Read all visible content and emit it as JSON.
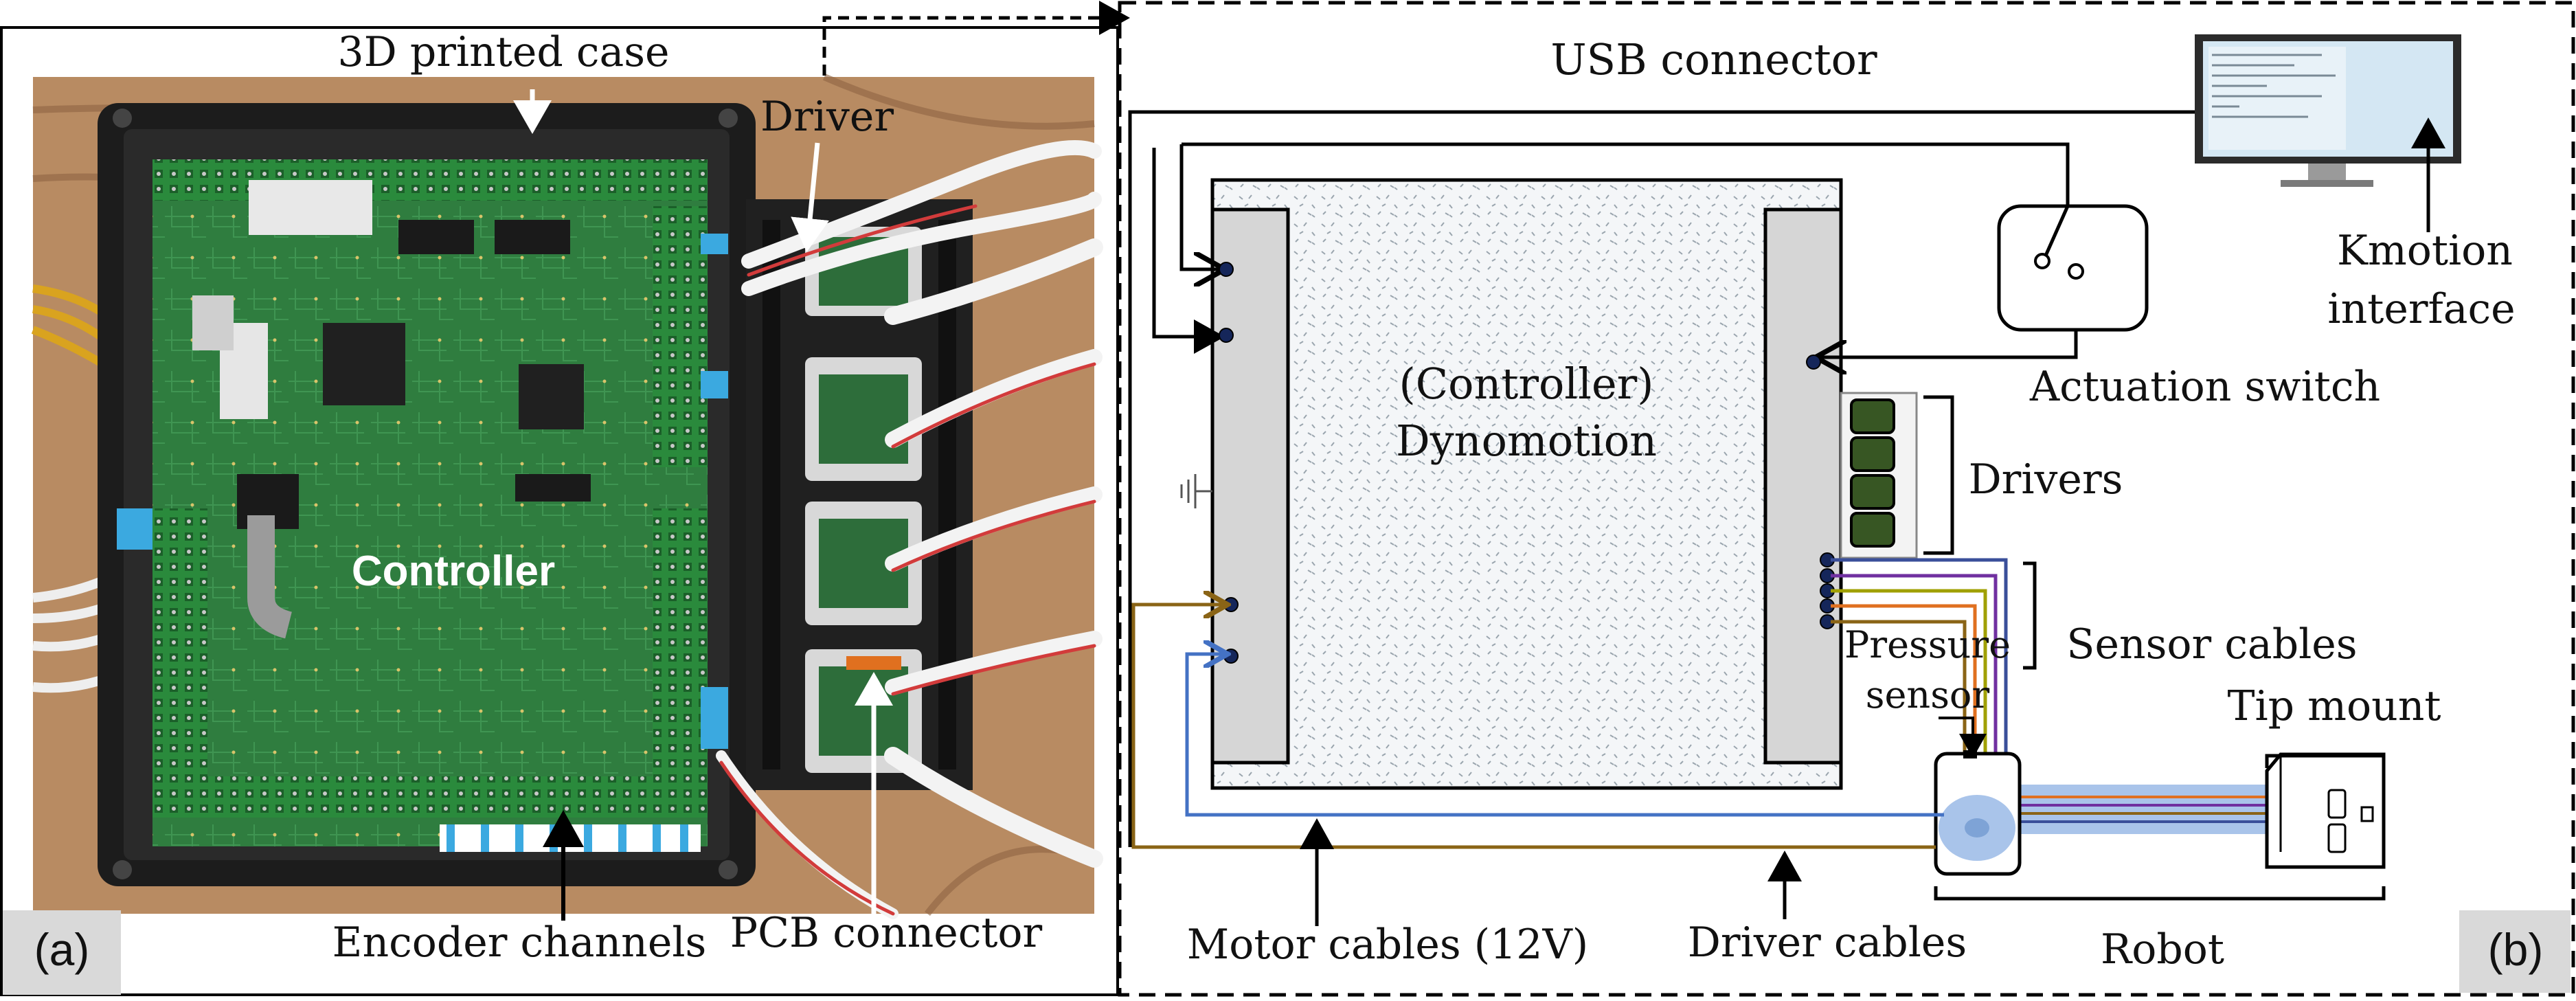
{
  "panel_a": {
    "tag": "(a)",
    "labels": {
      "case": "3D printed case",
      "driver": "Driver",
      "controller": "Controller",
      "encoder": "Encoder channels",
      "pcb": "PCB connector"
    }
  },
  "panel_b": {
    "tag": "(b)",
    "labels": {
      "usb": "USB connector",
      "kmotion_1": "Kmotion",
      "kmotion_2": "interface",
      "controller_1": "(Controller)",
      "controller_2": "Dynomotion",
      "switch": "Actuation switch",
      "drivers": "Drivers",
      "sensor_cables": "Sensor cables",
      "pressure_1": "Pressure",
      "pressure_2": "sensor",
      "tip": "Tip mount",
      "motor_cables": "Motor cables (12V)",
      "driver_cables": "Driver cables",
      "robot": "Robot"
    }
  },
  "colors": {
    "pcb_green": "#2f7d3f",
    "case_black": "#1c1c1c",
    "cable_blue": "#4472c4",
    "cable_brown": "#8a6416",
    "cable_purple": "#7030a0",
    "cable_orange": "#e07020",
    "tube_blue": "#a9c4ea",
    "driver_green": "#375623"
  }
}
